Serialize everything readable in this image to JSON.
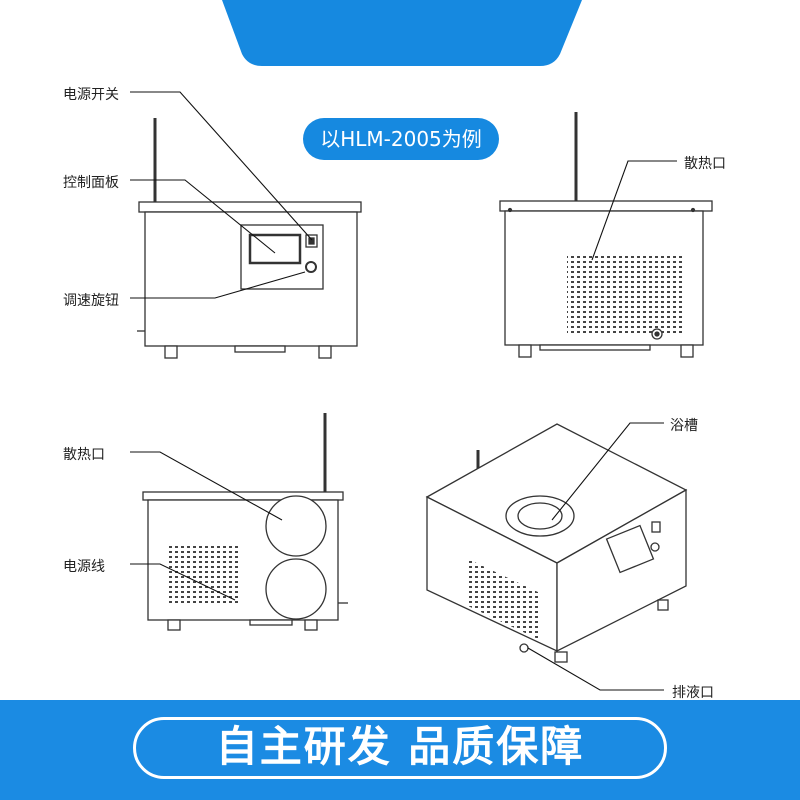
{
  "banner": {
    "model_label": "以HLM-2005为例"
  },
  "callouts": {
    "power_switch": "电源开关",
    "control_panel": "控制面板",
    "speed_knob": "调速旋钮",
    "vent_back": "散热口",
    "vent_side": "散热口",
    "power_cord": "电源线",
    "bath_tank": "浴槽",
    "drain_port": "排液口"
  },
  "footer": {
    "slogan": "自主研发 品质保障"
  },
  "colors": {
    "accent": "#1689e0",
    "footer": "#1b8be3",
    "line": "#333333"
  }
}
